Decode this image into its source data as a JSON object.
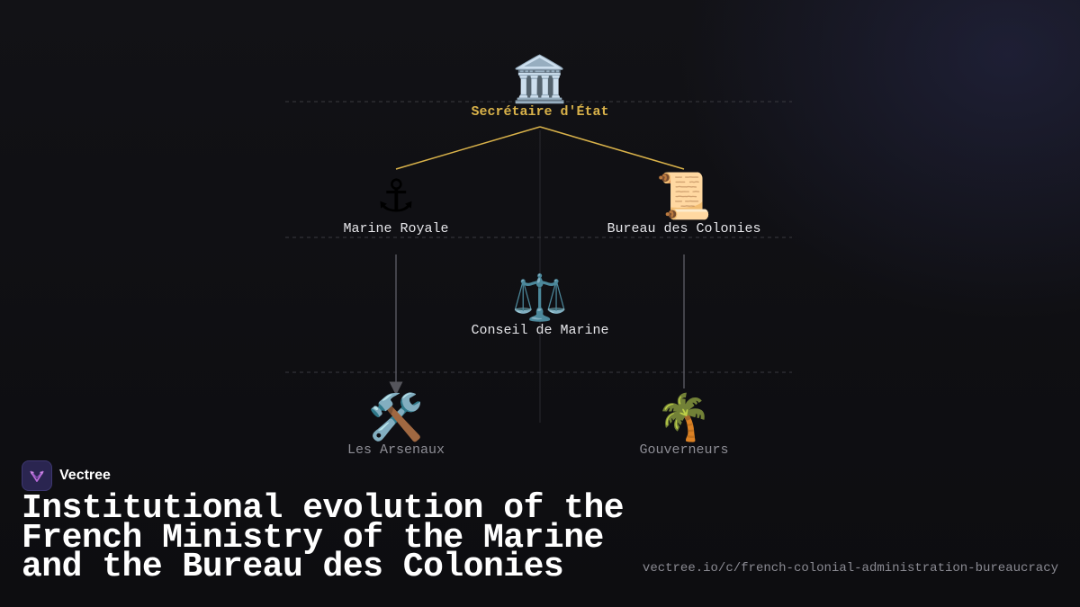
{
  "diagram": {
    "nodes": {
      "secretaire": {
        "icon": "🏛️",
        "icon_name": "classical-building-icon",
        "label": "Secrétaire d'État"
      },
      "marine": {
        "icon": "⚓",
        "icon_name": "anchor-icon",
        "label": "Marine Royale"
      },
      "bureau": {
        "icon": "📜",
        "icon_name": "scroll-icon",
        "label": "Bureau des Colonies"
      },
      "conseil": {
        "icon": "⚖️",
        "icon_name": "balance-scale-icon",
        "label": "Conseil de Marine"
      },
      "arsenaux": {
        "icon": "🛠️",
        "icon_name": "tools-icon",
        "label": "Les Arsenaux"
      },
      "gouverneurs": {
        "icon": "🌴",
        "icon_name": "palm-tree-icon",
        "label": "Gouverneurs"
      }
    },
    "edges": [
      {
        "from": "secretaire",
        "to": "marine"
      },
      {
        "from": "secretaire",
        "to": "bureau"
      },
      {
        "from": "marine",
        "to": "arsenaux"
      },
      {
        "from": "bureau",
        "to": "gouverneurs"
      }
    ],
    "colors": {
      "root_edge": "#d9b24a",
      "child_edge": "#55555c",
      "root_label": "#d9b24a",
      "label": "#e6e6ea",
      "muted_label": "#8d8d95"
    }
  },
  "brand": {
    "name": "Vectree",
    "icon_name": "vectree-logo",
    "accent": "#b86ad8"
  },
  "title": "Institutional evolution of the French Ministry of the Marine and the Bureau des Colonies",
  "url": "vectree.io/c/french-colonial-administration-bureaucracy"
}
